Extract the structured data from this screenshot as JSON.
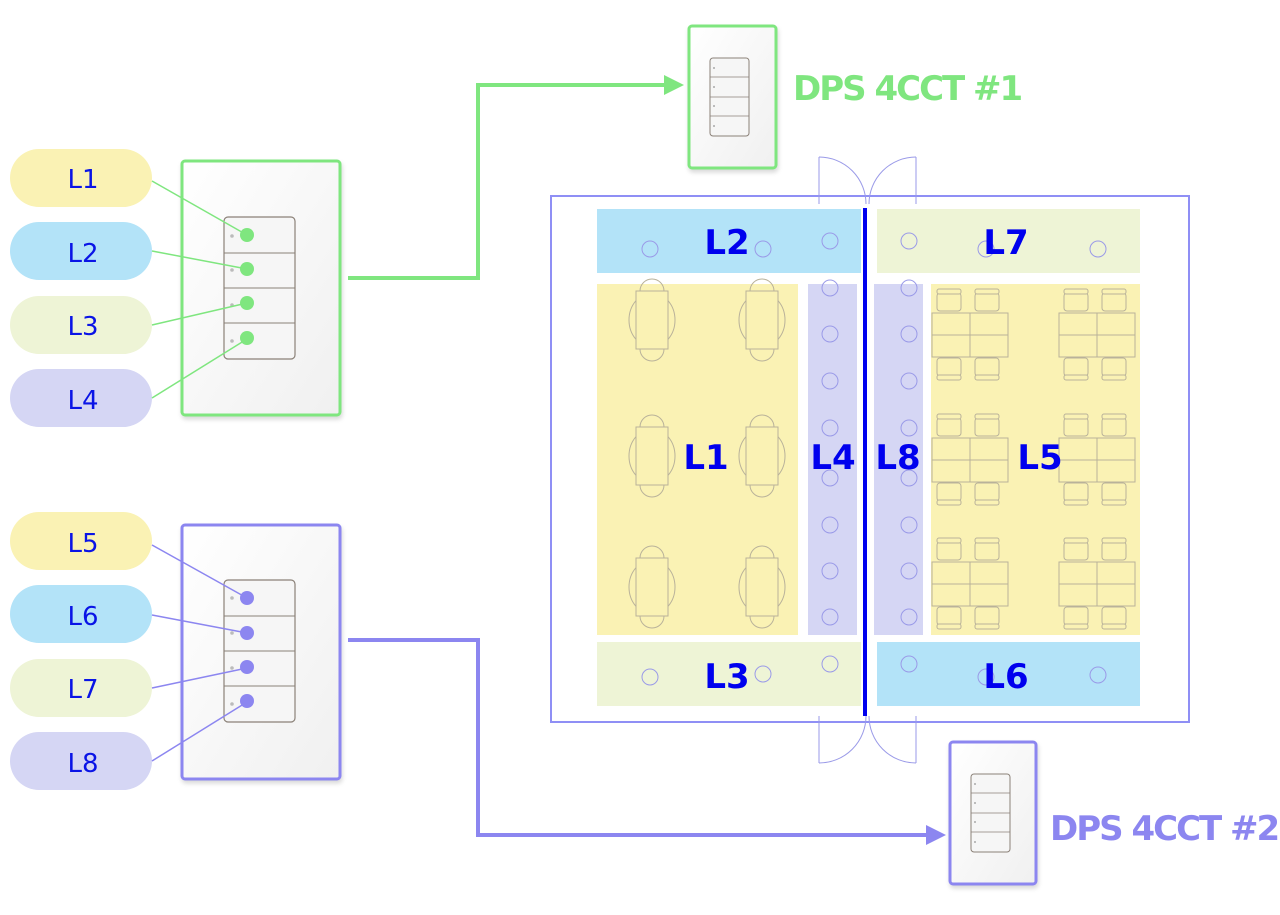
{
  "colors": {
    "group1": "#7fe67f",
    "group2": "#8c86f0",
    "zone_yellow": "#faf2b4",
    "zone_blue": "#b3e3f8",
    "zone_green": "#eef4d6",
    "zone_purple": "#d5d6f4",
    "label_text": "#0000ee",
    "room_outline": "#8f8ff5",
    "partition": "#0000ee",
    "furniture": "#b9b29a",
    "fixture": "#9a9ae8"
  },
  "keypads": [
    {
      "id": "keypad-1",
      "color_key": "group1",
      "buttons": [
        {
          "label": "L1",
          "pill_color": "zone_yellow"
        },
        {
          "label": "L2",
          "pill_color": "zone_blue"
        },
        {
          "label": "L3",
          "pill_color": "zone_green"
        },
        {
          "label": "L4",
          "pill_color": "zone_purple"
        }
      ],
      "target": {
        "title": "DPS 4CCT #1"
      }
    },
    {
      "id": "keypad-2",
      "color_key": "group2",
      "buttons": [
        {
          "label": "L5",
          "pill_color": "zone_yellow"
        },
        {
          "label": "L6",
          "pill_color": "zone_blue"
        },
        {
          "label": "L7",
          "pill_color": "zone_green"
        },
        {
          "label": "L8",
          "pill_color": "zone_purple"
        }
      ],
      "target": {
        "title": "DPS 4CCT #2"
      }
    }
  ],
  "floorplan": {
    "zones": [
      {
        "label": "L1",
        "color": "zone_yellow"
      },
      {
        "label": "L2",
        "color": "zone_blue"
      },
      {
        "label": "L3",
        "color": "zone_green"
      },
      {
        "label": "L4",
        "color": "zone_purple"
      },
      {
        "label": "L5",
        "color": "zone_yellow"
      },
      {
        "label": "L6",
        "color": "zone_blue"
      },
      {
        "label": "L7",
        "color": "zone_green"
      },
      {
        "label": "L8",
        "color": "zone_purple"
      }
    ]
  }
}
